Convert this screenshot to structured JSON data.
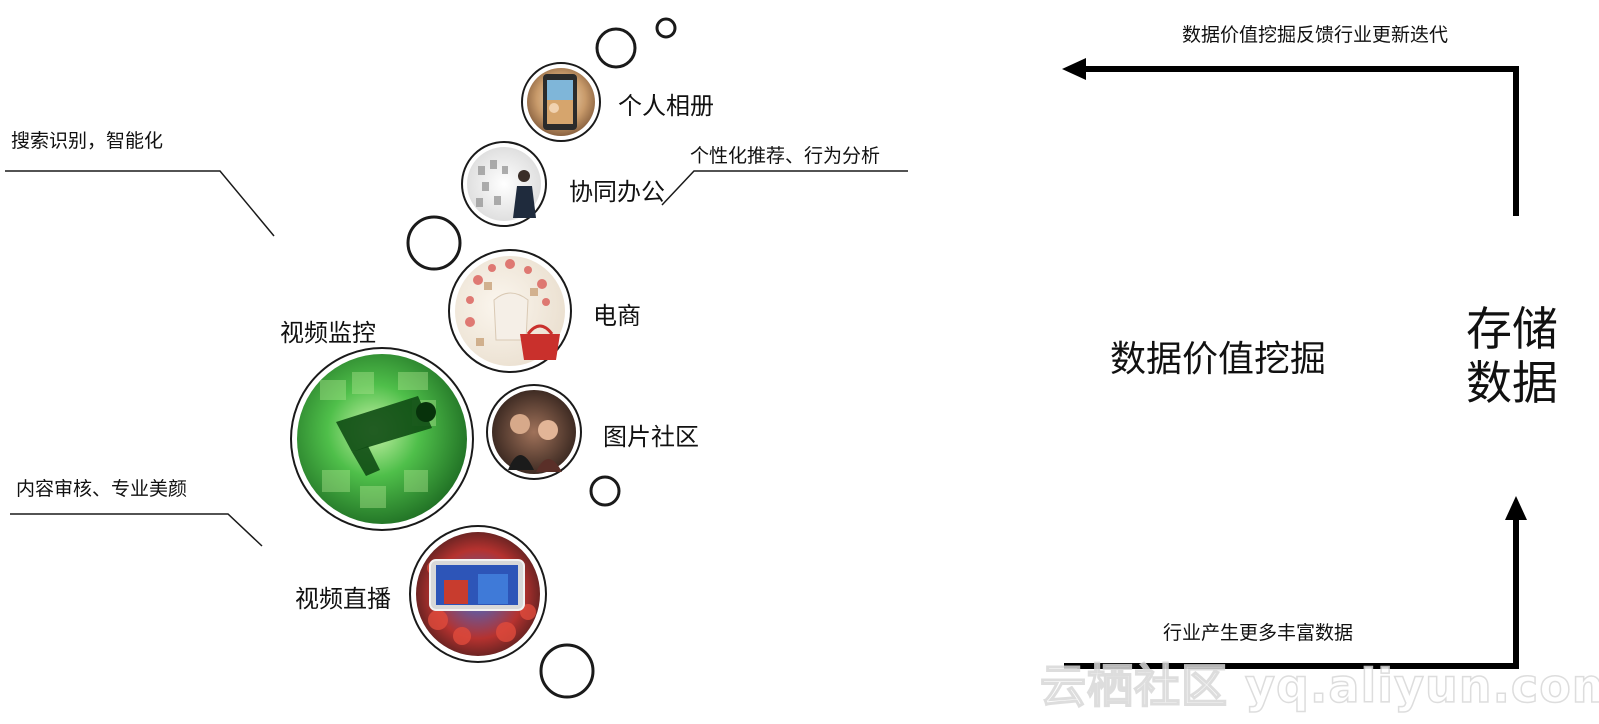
{
  "labels": {
    "personal_album": "个人相册",
    "collaboration": "协同办公",
    "ecommerce": "电商",
    "video_surveillance": "视频监控",
    "photo_community": "图片社区",
    "live_streaming": "视频直播"
  },
  "notes": {
    "search": "搜索识别，智能化",
    "personalization": "个性化推荐、行为分析",
    "moderation": "内容审核、专业美颜"
  },
  "flow": {
    "top": "数据价值挖掘反馈行业更新迭代",
    "bottom": "行业产生更多丰富数据",
    "center": "数据价值挖掘",
    "store_line1": "存储",
    "store_line2": "数据"
  },
  "watermark": "云栖社区 yq.aliyun.com",
  "colors": {
    "outline": "#1a1a1a",
    "arrow": "#000000",
    "surveillance_green": "#2e9e3a"
  }
}
